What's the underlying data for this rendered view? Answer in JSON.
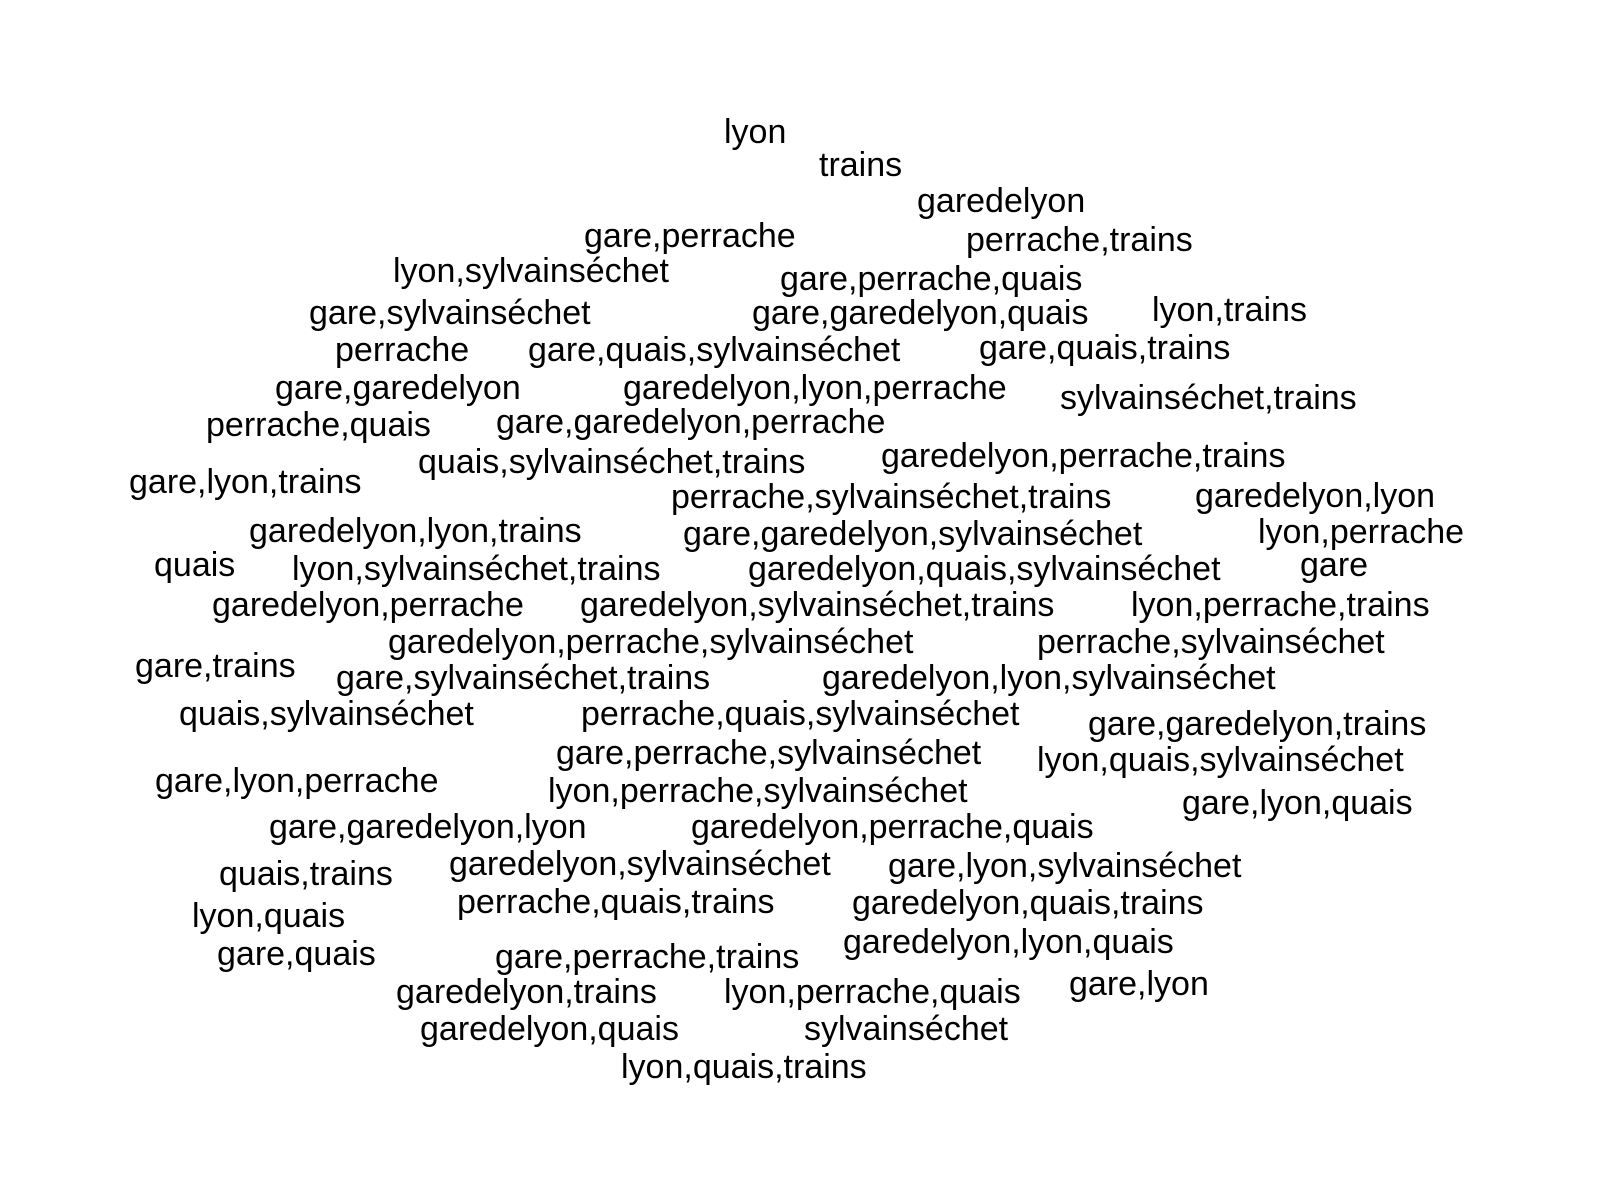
{
  "word_cloud": {
    "text_color": "#000000",
    "background_color": "#ffffff",
    "words": [
      {
        "text": "lyon"
      },
      {
        "text": "trains"
      },
      {
        "text": "garedelyon"
      },
      {
        "text": "gare,perrache"
      },
      {
        "text": "perrache,trains"
      },
      {
        "text": "lyon,sylvainséchet"
      },
      {
        "text": "gare,perrache,quais"
      },
      {
        "text": "gare,sylvainséchet"
      },
      {
        "text": "gare,garedelyon,quais"
      },
      {
        "text": "lyon,trains"
      },
      {
        "text": "perrache"
      },
      {
        "text": "gare,quais,sylvainséchet"
      },
      {
        "text": "gare,quais,trains"
      },
      {
        "text": "gare,garedelyon"
      },
      {
        "text": "garedelyon,lyon,perrache"
      },
      {
        "text": "sylvainséchet,trains"
      },
      {
        "text": "perrache,quais"
      },
      {
        "text": "gare,garedelyon,perrache"
      },
      {
        "text": "quais,sylvainséchet,trains"
      },
      {
        "text": "garedelyon,perrache,trains"
      },
      {
        "text": "gare,lyon,trains"
      },
      {
        "text": "perrache,sylvainséchet,trains"
      },
      {
        "text": "garedelyon,lyon"
      },
      {
        "text": "garedelyon,lyon,trains"
      },
      {
        "text": "gare,garedelyon,sylvainséchet"
      },
      {
        "text": "lyon,perrache"
      },
      {
        "text": "quais"
      },
      {
        "text": "lyon,sylvainséchet,trains"
      },
      {
        "text": "garedelyon,quais,sylvainséchet"
      },
      {
        "text": "gare"
      },
      {
        "text": "garedelyon,perrache"
      },
      {
        "text": "garedelyon,sylvainséchet,trains"
      },
      {
        "text": "lyon,perrache,trains"
      },
      {
        "text": "garedelyon,perrache,sylvainséchet"
      },
      {
        "text": "perrache,sylvainséchet"
      },
      {
        "text": "gare,trains"
      },
      {
        "text": "gare,sylvainséchet,trains"
      },
      {
        "text": "garedelyon,lyon,sylvainséchet"
      },
      {
        "text": "quais,sylvainséchet"
      },
      {
        "text": "perrache,quais,sylvainséchet"
      },
      {
        "text": "gare,garedelyon,trains"
      },
      {
        "text": "gare,perrache,sylvainséchet"
      },
      {
        "text": "lyon,quais,sylvainséchet"
      },
      {
        "text": "gare,lyon,perrache"
      },
      {
        "text": "lyon,perrache,sylvainséchet"
      },
      {
        "text": "gare,lyon,quais"
      },
      {
        "text": "gare,garedelyon,lyon"
      },
      {
        "text": "garedelyon,perrache,quais"
      },
      {
        "text": "quais,trains"
      },
      {
        "text": "garedelyon,sylvainséchet"
      },
      {
        "text": "gare,lyon,sylvainséchet"
      },
      {
        "text": "lyon,quais"
      },
      {
        "text": "perrache,quais,trains"
      },
      {
        "text": "garedelyon,quais,trains"
      },
      {
        "text": "gare,quais"
      },
      {
        "text": "gare,perrache,trains"
      },
      {
        "text": "garedelyon,lyon,quais"
      },
      {
        "text": "garedelyon,trains"
      },
      {
        "text": "lyon,perrache,quais"
      },
      {
        "text": "gare,lyon"
      },
      {
        "text": "garedelyon,quais"
      },
      {
        "text": "sylvainséchet"
      },
      {
        "text": "lyon,quais,trains"
      }
    ]
  }
}
